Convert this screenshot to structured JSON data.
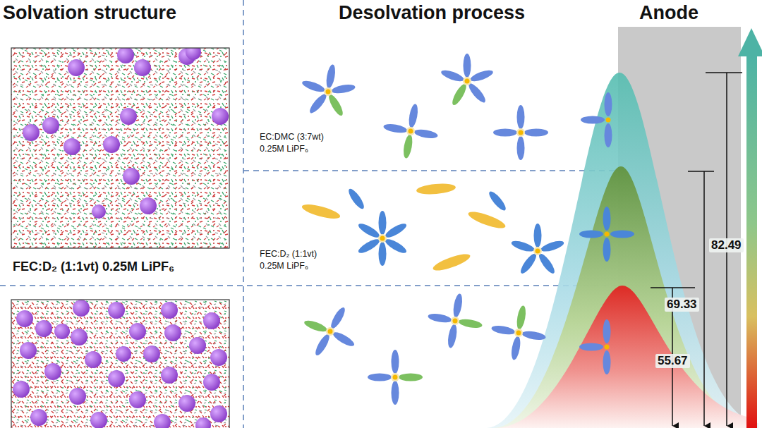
{
  "diagram": {
    "labels": [
      "Solvation structure",
      "Desolvation process",
      "Anode",
      "EC:DMC (3:7wt) 0.25M LiPF₆",
      "82.49",
      "FEC:D₂ (1:1vt) 0.25M LiPF₆",
      "FEC:D₂ (1:1vt) 0.25M LiPF₆",
      "69.33",
      "55.67"
    ]
  }
}
